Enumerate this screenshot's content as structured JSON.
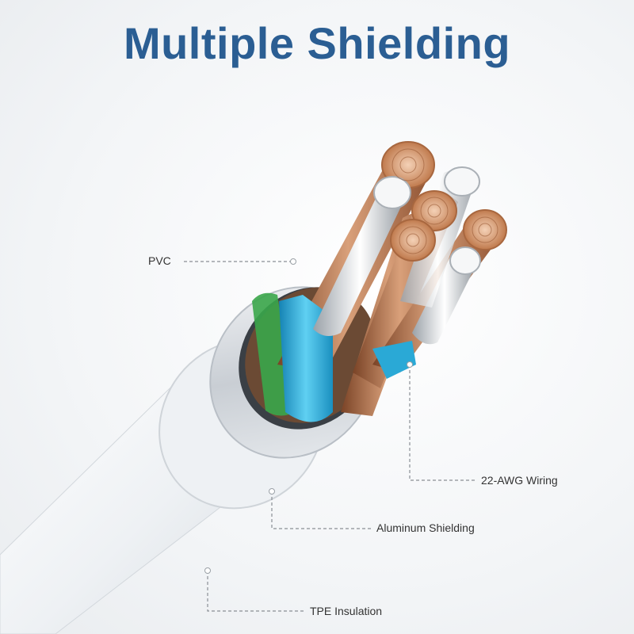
{
  "title": "Multiple Shielding",
  "labels": {
    "pvc": "PVC",
    "wiring": "22-AWG Wiring",
    "aluminum": "Aluminum Shielding",
    "tpe": "TPE Insulation"
  },
  "colors": {
    "title": "#2b5e93",
    "copper": "#c7865a",
    "blue_insulation": "#2aa9d6",
    "green_insulation": "#3aa64a",
    "jacket": "#f4f6f8",
    "shield": "#d9dde2"
  }
}
